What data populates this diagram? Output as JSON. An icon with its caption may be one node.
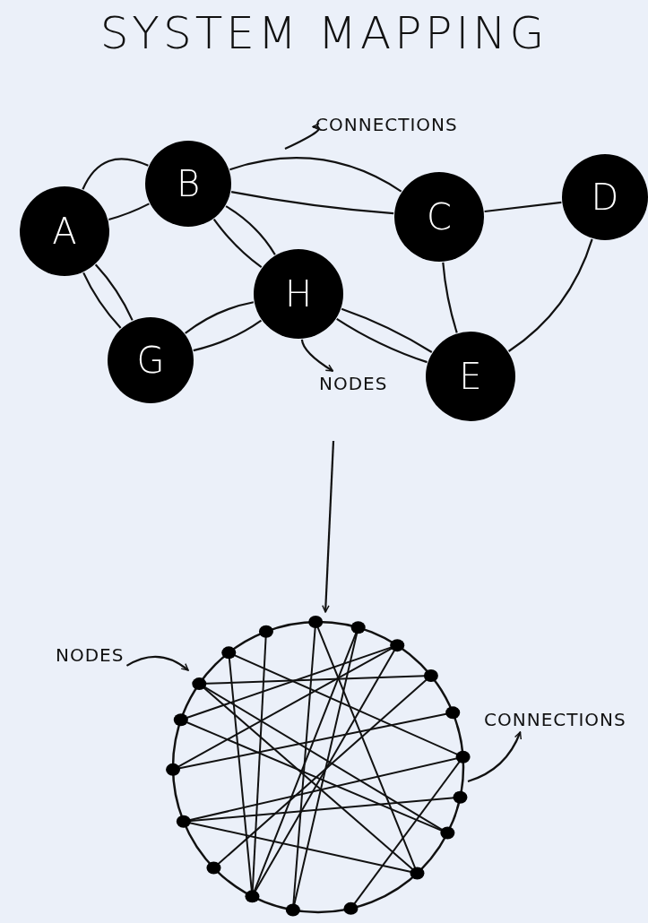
{
  "diagram": {
    "title": "SYSTEM MAPPING",
    "nodes": [
      {
        "text": [
          "A"
        ]
      },
      {
        "text": [
          "B"
        ]
      },
      {
        "text": [
          "C"
        ]
      },
      {
        "text": [
          "D"
        ]
      },
      {
        "text": [
          "H"
        ]
      },
      {
        "text": [
          "G"
        ]
      },
      {
        "text": [
          "E"
        ]
      },
      {
        "text": [
          "CONNECTIONS"
        ]
      },
      {
        "text": [
          "NODES"
        ]
      },
      {
        "text": [
          "NODES"
        ]
      },
      {
        "text": [],
        "shape": "picture"
      },
      {
        "text": [
          "CONNECTIONS"
        ]
      }
    ],
    "edges": [
      {
        "from": 0,
        "to": 1,
        "arrow": "none"
      },
      {
        "from": 0,
        "to": 1,
        "arrow": "none"
      },
      {
        "from": 0,
        "to": 5,
        "arrow": "none"
      },
      {
        "from": 0,
        "to": 5,
        "arrow": "none"
      },
      {
        "from": 1,
        "to": 2,
        "arrow": "none"
      },
      {
        "from": 1,
        "to": 2,
        "arrow": "none"
      },
      {
        "from": 1,
        "to": 4,
        "arrow": "none"
      },
      {
        "from": 1,
        "to": 4,
        "arrow": "none"
      },
      {
        "from": 2,
        "to": 3,
        "arrow": "none"
      },
      {
        "from": 2,
        "to": 6,
        "arrow": "none"
      },
      {
        "from": 3,
        "to": 6,
        "arrow": "none"
      },
      {
        "from": 5,
        "to": 4,
        "arrow": "none"
      },
      {
        "from": 5,
        "to": 4,
        "arrow": "none"
      },
      {
        "from": 4,
        "to": 6,
        "arrow": "none"
      },
      {
        "from": 4,
        "to": 6,
        "arrow": "none"
      },
      {
        "from": null,
        "to": 7,
        "arrow": "to"
      },
      {
        "from": 4,
        "to": 8,
        "arrow": "to"
      },
      {
        "from": null,
        "to": 10,
        "arrow": "to"
      },
      {
        "from": 9,
        "to": 10,
        "arrow": "to"
      },
      {
        "from": 10,
        "to": 11,
        "arrow": "to"
      }
    ]
  }
}
